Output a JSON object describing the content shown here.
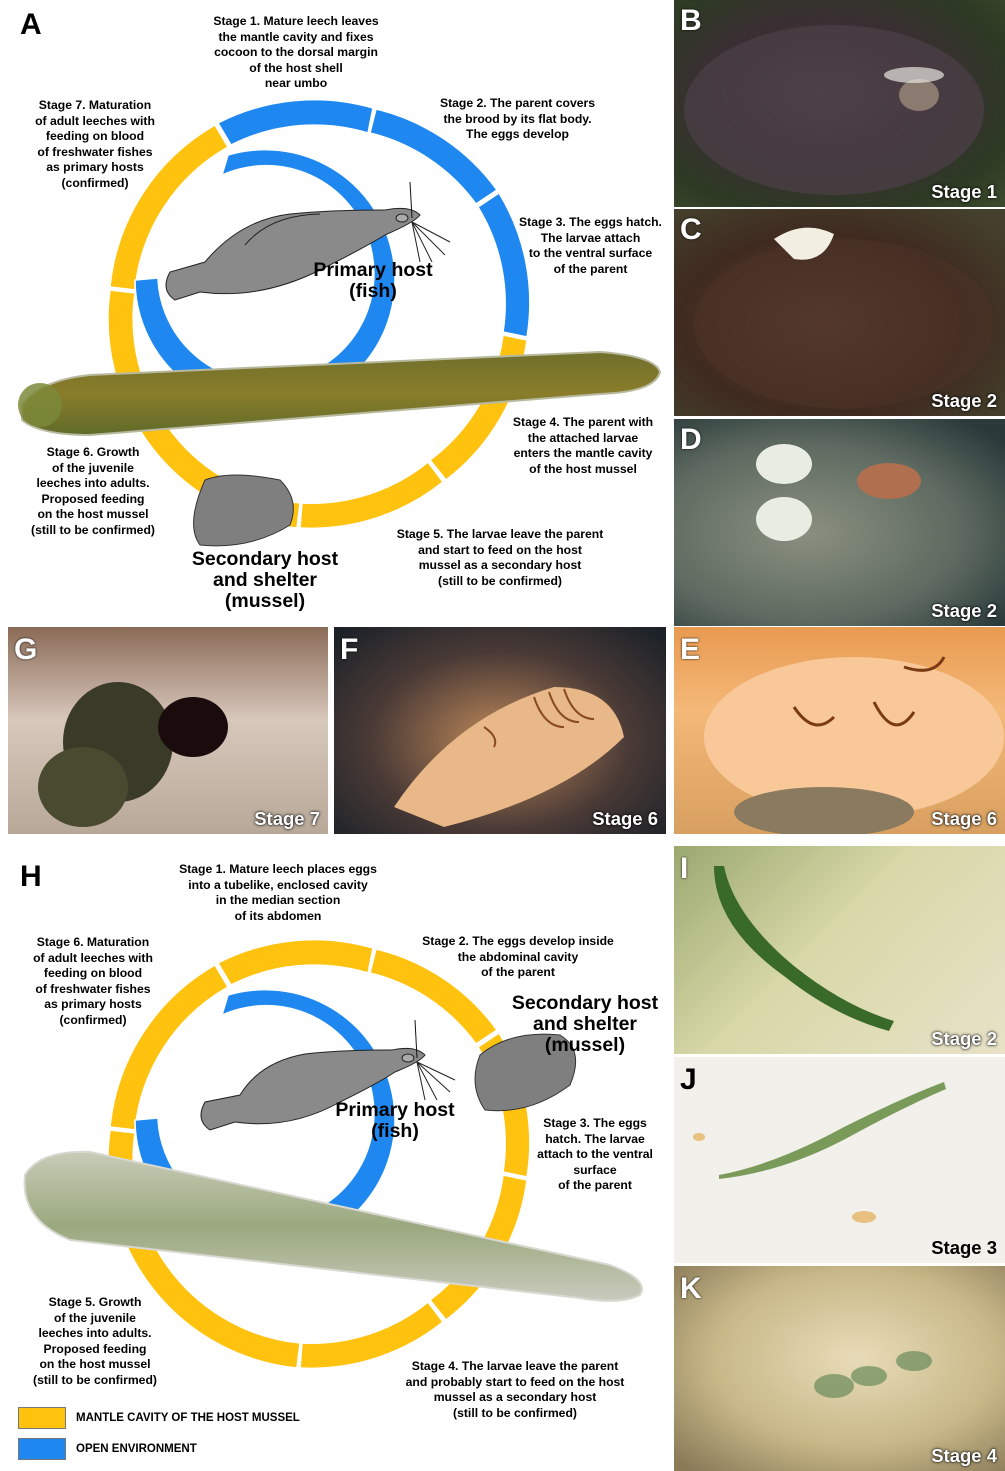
{
  "panelA": {
    "letter": "A",
    "stages": [
      "Stage 1. Mature leech leaves\nthe mantle cavity and fixes\ncocoon to the dorsal margin\nof the host shell\nnear umbo",
      "Stage 2. The parent covers\nthe brood by its flat body.\nThe eggs develop",
      "Stage 3. The eggs hatch.\nThe larvae attach\nto the ventral surface\nof the parent",
      "Stage 4. The parent with\nthe attached larvae\nenters the mantle cavity\nof the host mussel",
      "Stage 5. The larvae leave the parent\nand start to feed on the host\nmussel as a secondary host\n(still to be confirmed)",
      "Stage 6. Growth\nof the juvenile\nleeches into adults.\nProposed feeding\non the host mussel\n(still to be confirmed)",
      "Stage 7. Maturation\nof adult leeches with\nfeeding on blood\nof freshwater fishes\nas primary hosts\n(confirmed)"
    ],
    "primary_host": "Primary host\n(fish)",
    "secondary_host": "Secondary host\nand shelter\n(mussel)"
  },
  "photos": [
    {
      "letter": "B",
      "stage": "Stage 1"
    },
    {
      "letter": "C",
      "stage": "Stage 2"
    },
    {
      "letter": "D",
      "stage": "Stage 2"
    },
    {
      "letter": "E",
      "stage": "Stage 6"
    },
    {
      "letter": "F",
      "stage": "Stage 6"
    },
    {
      "letter": "G",
      "stage": "Stage 7"
    },
    {
      "letter": "I",
      "stage": "Stage 2"
    },
    {
      "letter": "J",
      "stage": "Stage 3"
    },
    {
      "letter": "K",
      "stage": "Stage 4"
    }
  ],
  "panelH": {
    "letter": "H",
    "stages": [
      "Stage 1. Mature leech places eggs\ninto a tubelike, enclosed cavity\nin the median section\nof its abdomen",
      "Stage 2. The eggs develop inside\nthe abdominal cavity\nof the parent",
      "Stage 3. The eggs\nhatch.  The larvae\nattach to the ventral\nsurface\nof the parent",
      "Stage 4. The larvae leave the parent\nand probably start to feed on the host\nmussel as a secondary host\n(still to be confirmed)",
      "Stage 5. Growth\nof the juvenile\nleeches into adults.\nProposed feeding\non the host mussel\n(still to be confirmed)",
      "Stage 6. Maturation\nof adult leeches with\nfeeding on blood\nof freshwater fishes\nas primary hosts\n(confirmed)"
    ],
    "primary_host": "Primary host\n(fish)",
    "secondary_host": "Secondary host\nand shelter\n(mussel)"
  },
  "legend": [
    {
      "label": "MANTLE CAVITY OF THE HOST MUSSEL",
      "color": "#FFC20E"
    },
    {
      "label": "OPEN ENVIRONMENT",
      "color": "#1E88F0"
    }
  ],
  "colors": {
    "mantle": "#FFC20E",
    "open": "#1E88F0",
    "host_gray": "#7f7f7f"
  }
}
